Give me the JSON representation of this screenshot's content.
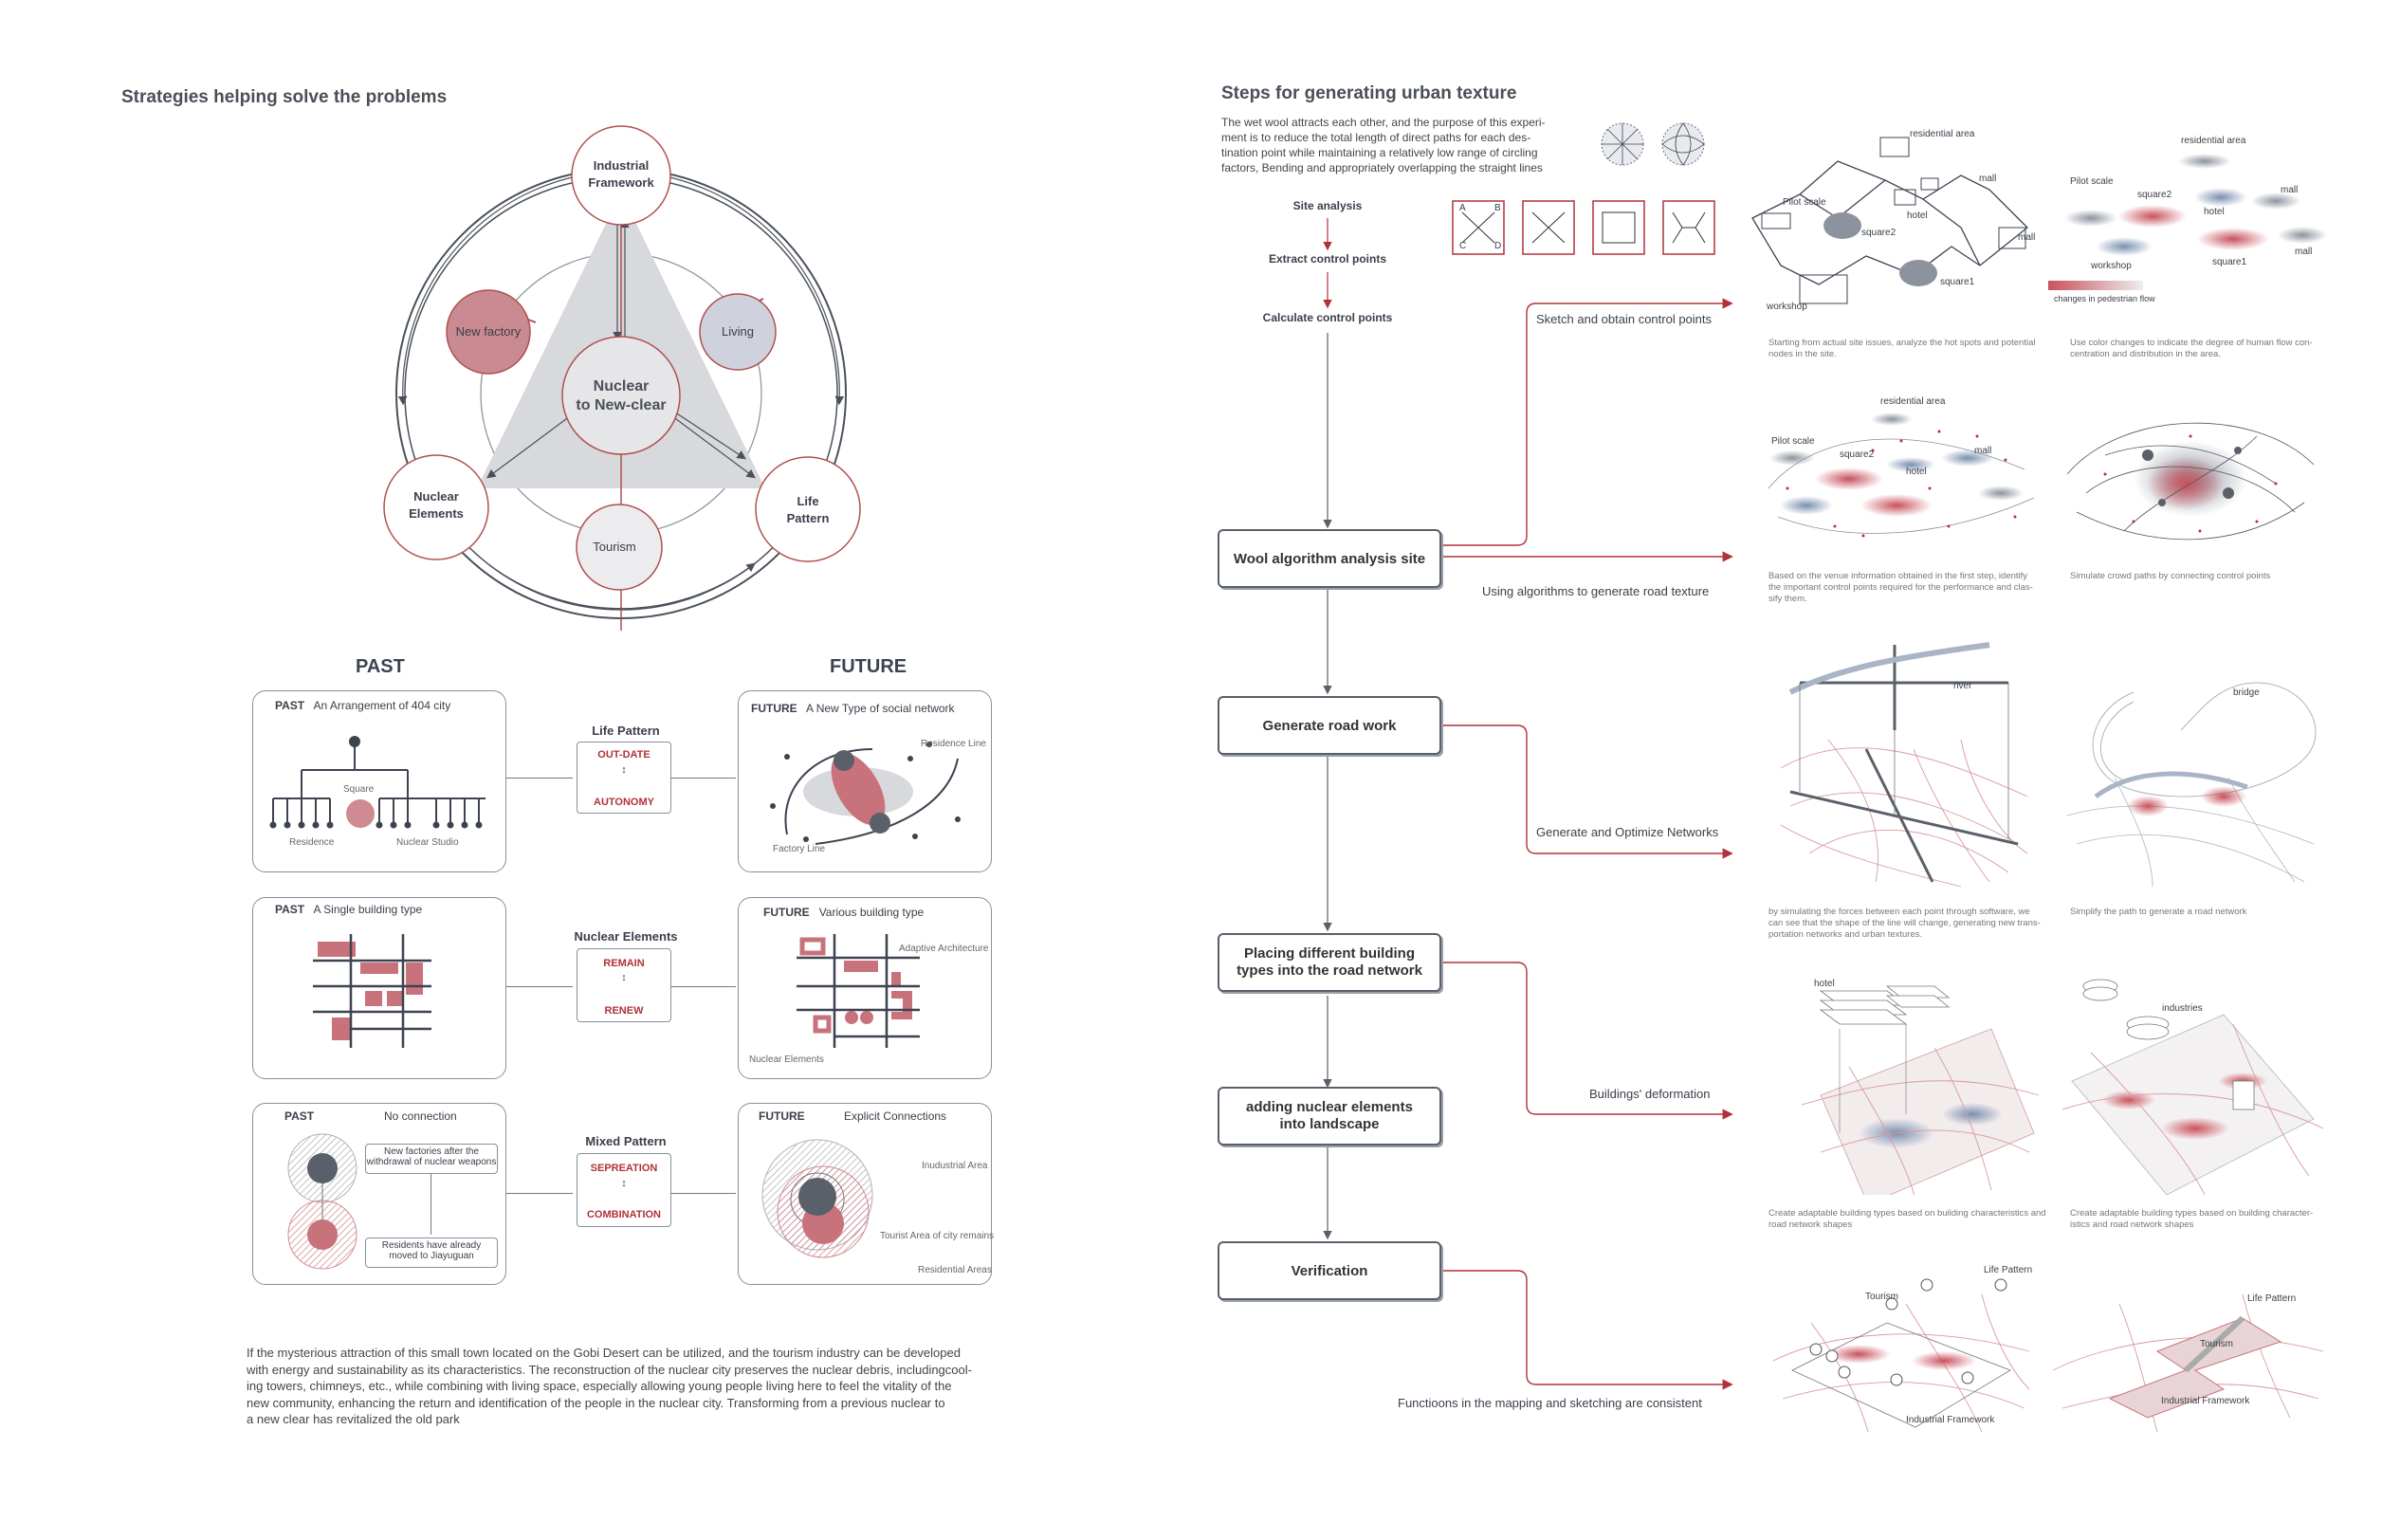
{
  "left": {
    "title": "Strategies helping solve the problems",
    "wheel": {
      "center": [
        "Nuclear",
        "to New-clear"
      ],
      "industrial": [
        "Industrial",
        "Framework"
      ],
      "new_factory": "New factory",
      "living": "Living",
      "nuclear_elements": [
        "Nuclear",
        "Elements"
      ],
      "life_pattern": [
        "Life",
        "Pattern"
      ],
      "tourism": "Tourism"
    },
    "past_head": "PAST",
    "future_head": "FUTURE",
    "rows": [
      {
        "past_tag": "PAST",
        "past_title": "An Arrangement of 404 city",
        "mid_title": "Life Pattern",
        "mid_top": "OUT-DATE",
        "mid_bottom": "AUTONOMY",
        "future_tag": "FUTURE",
        "future_title": "A New Type of social network"
      },
      {
        "past_tag": "PAST",
        "past_title": "A Single building type",
        "mid_title": "Nuclear Elements",
        "mid_top": "REMAIN",
        "mid_bottom": "RENEW",
        "future_tag": "FUTURE",
        "future_title": "Various building type"
      },
      {
        "past_tag": "PAST",
        "past_title": "No connection",
        "mid_title": "Mixed Pattern",
        "mid_top": "SEPREATION",
        "mid_bottom": "COMBINATION",
        "future_tag": "FUTURE",
        "future_title": "Explicit Connections"
      }
    ],
    "row1_labels": {
      "square": "Square",
      "residence": "Residence",
      "nuclear_studio": "Nuclear Studio",
      "residence_line": "Residence Line",
      "factory_line": "Factory Line"
    },
    "row2_labels": {
      "adaptive": "Adaptive Architecture",
      "nuclear_elements": "Nuclear Elements"
    },
    "row3_labels": {
      "note1": [
        "New factories after the",
        "withdrawal of nuclear weapons"
      ],
      "note2": [
        "Residents have already",
        "moved to Jiayuguan"
      ],
      "industrial": "Inudustrial Area",
      "tourist": "Tourist Area of city remains",
      "residential": "Residential Areas"
    },
    "paragraph": [
      "If the mysterious attraction of this small town located on the Gobi Desert can be utilized, and the tourism industry can be developed",
      "with energy and  sustainability as its characteristics. The reconstruction of the nuclear city preserves the nuclear debris, includingcool-",
      "ing towers, chimneys, etc., while combining with living space,    especially allowing young  people living here to feel the vitality of the",
      "new community, enhancing the return and identification of the  people in the nuclear  city.  Transforming  from a previous nuclear to",
      "a new clear has revitalized the old park"
    ]
  },
  "right": {
    "title": "Steps for generating urban texture",
    "intro": [
      "The wet wool attracts each other, and the purpose of this experi-",
      "ment is to reduce the total  length of  direct  paths for  each des-",
      "tination point  while maintaining a relatively low range of circling",
      "factors, Bending and appropriately overlapping the straight lines"
    ],
    "abcd": [
      "A",
      "B",
      "C",
      "D"
    ],
    "steps_small": [
      "Site analysis",
      "Extract control points",
      "Calculate control points"
    ],
    "flow_boxes": [
      [
        "Wool algorithm analysis site"
      ],
      [
        "Generate road work"
      ],
      [
        "Placing different building",
        "types into the road network"
      ],
      [
        "adding nuclear elements",
        "into landscape"
      ],
      [
        "Verification"
      ]
    ],
    "arrow_labels": [
      "Sketch and obtain control points",
      "Using algorithms to generate road texture",
      "Generate and Optimize Networks",
      "Buildings'   deformation",
      "Functioons in the mapping  and sketching are consistent"
    ],
    "map_labels": {
      "residential_area": "residential area",
      "mall": "mall",
      "pilot_scale": "Pilot scale",
      "square2": "square2",
      "hotel": "hotel",
      "square1": "square1",
      "workshop": "workshop",
      "pedestrian": "changes in pedestrian flow",
      "river": "river",
      "bridge": "bridge",
      "industries": "industries",
      "tourism": "Tourism",
      "life_pattern": "Life Pattern",
      "industrial_framework": "Industrial Framework"
    },
    "captions": {
      "c1": [
        "Starting from actual site issues, analyze the hot spots and potential",
        "nodes in the site."
      ],
      "c2": [
        "Use color changes to indicate the degree of human flow con-",
        "centration and distribution in the area."
      ],
      "c3": [
        "Based on the venue information obtained in the first step, identify",
        "the important control points required for the performance and clas-",
        "sify them."
      ],
      "c4": [
        "Simulate crowd paths by connecting control points"
      ],
      "c5": [
        "by simulating the forces between each point through software, we",
        "can see that  the shape of the line will change, generating new trans-",
        "portation networks and urban textures."
      ],
      "c6": [
        "Simplify the path to generate a road network"
      ],
      "c7": [
        "Create adaptable building types based on building characteristics and",
        "road network shapes"
      ],
      "c8": [
        "Create adaptable building types based on building character-",
        "istics and road network shapes"
      ]
    }
  }
}
